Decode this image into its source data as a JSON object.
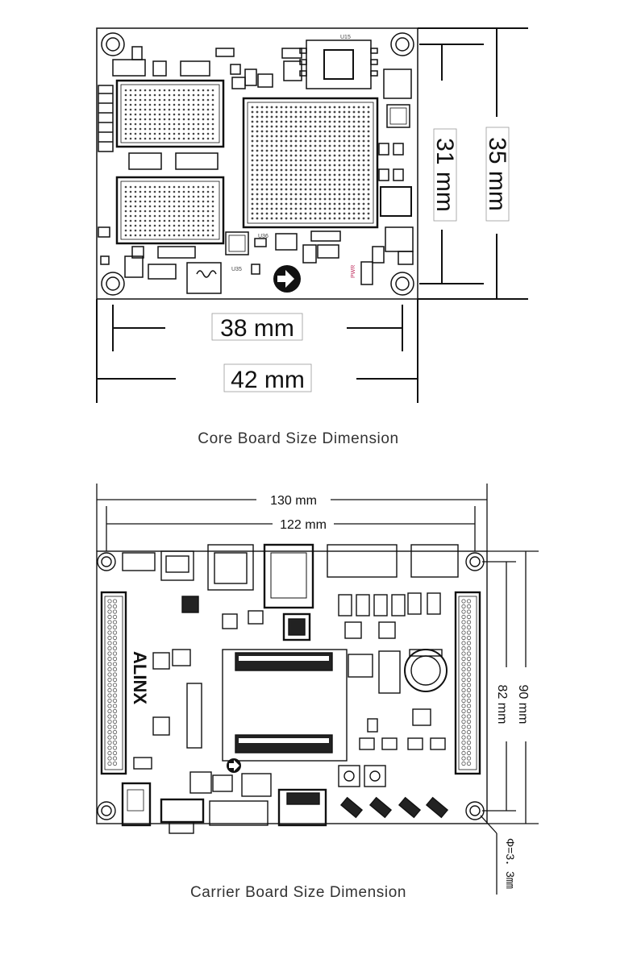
{
  "core": {
    "caption": "Core Board Size Dimension",
    "dim_width_inner": "38 mm",
    "dim_width_outer": "42 mm",
    "dim_height_inner": "31 mm",
    "dim_height_outer": "35 mm",
    "chip_labels": {
      "u15": "U15",
      "u36": "U36",
      "u35": "U35",
      "pwr": "PWR"
    }
  },
  "carrier": {
    "caption": "Carrier Board Size Dimension",
    "dim_width_outer": "130 mm",
    "dim_width_inner": "122 mm",
    "dim_height_outer": "90 mm",
    "dim_height_inner": "82 mm",
    "hole_diameter": "Φ=3．3㎜",
    "brand": "ALINX"
  }
}
